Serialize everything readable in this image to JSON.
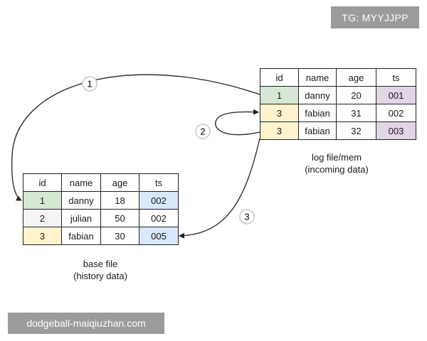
{
  "badges": {
    "tg": "TG: MYYJJPP",
    "watermark": "dodgeball-maiqiuzhan.com"
  },
  "colors": {
    "green": "#d5e8d4",
    "yellow": "#fff2cc",
    "gray": "#f5f5f5",
    "purple": "#e1d5e7",
    "blue": "#dae8fc",
    "white": "#ffffff"
  },
  "log_table": {
    "headers": [
      "id",
      "name",
      "age",
      "ts"
    ],
    "rows": [
      {
        "id": "1",
        "name": "danny",
        "age": "20",
        "ts": "001",
        "id_color": "green",
        "ts_color": "purple"
      },
      {
        "id": "3",
        "name": "fabian",
        "age": "31",
        "ts": "002",
        "id_color": "yellow",
        "ts_color": "white"
      },
      {
        "id": "3",
        "name": "fabian",
        "age": "32",
        "ts": "003",
        "id_color": "yellow",
        "ts_color": "purple"
      }
    ],
    "caption_line1": "log file/mem",
    "caption_line2": "(incoming data)"
  },
  "base_table": {
    "headers": [
      "id",
      "name",
      "age",
      "ts"
    ],
    "rows": [
      {
        "id": "1",
        "name": "danny",
        "age": "18",
        "ts": "002",
        "id_color": "green",
        "ts_color": "blue"
      },
      {
        "id": "2",
        "name": "julian",
        "age": "50",
        "ts": "002",
        "id_color": "gray",
        "ts_color": "white"
      },
      {
        "id": "3",
        "name": "fabian",
        "age": "30",
        "ts": "005",
        "id_color": "yellow",
        "ts_color": "blue"
      }
    ],
    "caption_line1": "base file",
    "caption_line2": "(history data)"
  },
  "steps": {
    "one": "1",
    "two": "2",
    "three": "3"
  }
}
